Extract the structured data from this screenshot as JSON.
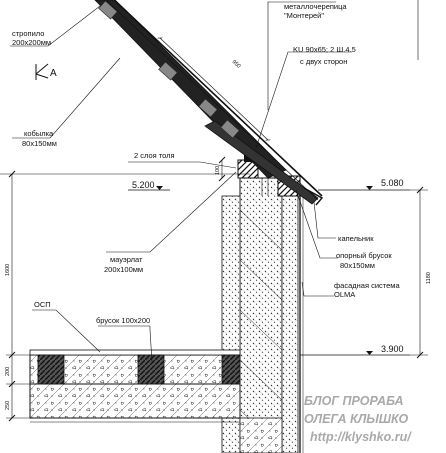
{
  "labels": {
    "rafter": [
      "стропило",
      "200x200мм"
    ],
    "metal_tile": [
      "металлочерепица",
      "\"Монтерей\""
    ],
    "ku_bracket": [
      "KU 90x65; 2 Ш.4.5",
      "с двух сторон"
    ],
    "rafter_leg": [
      "кобылка",
      "80x150мм"
    ],
    "roofing_felt": "2 слоя толя",
    "mauerlat": [
      "мауэрлат",
      "200x100мм"
    ],
    "drip_edge": "капельник",
    "support_bar": [
      "опорный брусок",
      "80x150мм"
    ],
    "facade_system": [
      "фасадная система",
      "OLMA"
    ],
    "osp": "ОСП",
    "beam": "брусок 100x200"
  },
  "levels": {
    "top_left": "5.200",
    "top_right": "5.080",
    "bottom_right": "3.900"
  },
  "dims": {
    "left_total": "1600",
    "right_total": "1180",
    "mauerlat_h": "100",
    "slab_a": "200",
    "slab_b": "250",
    "roof_len": "950"
  },
  "section_mark": "А",
  "watermark": [
    "БЛОГ ПРОРАБА",
    "ОЛЕГА КЛЫШКО",
    "http://klyshko.ru/"
  ]
}
